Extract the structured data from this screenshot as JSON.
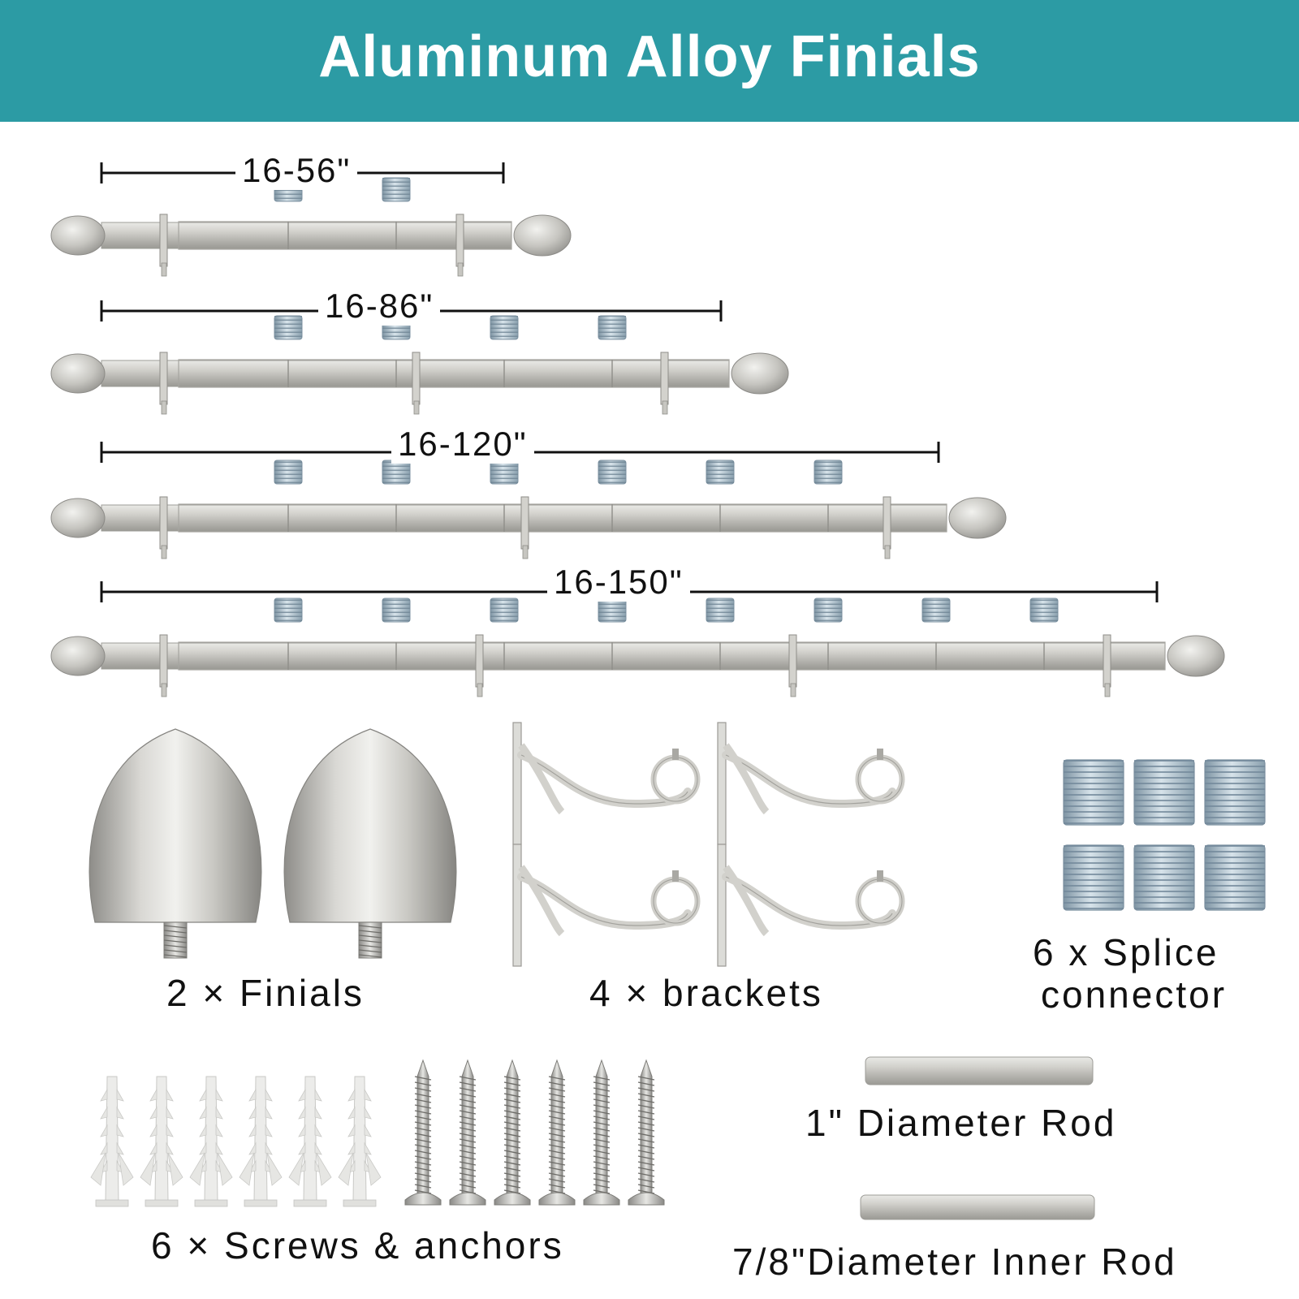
{
  "header": {
    "title": "Aluminum Alloy Finials",
    "background": "#2c9ba4"
  },
  "colors": {
    "metal": "#c4c3be",
    "connector": "#a9bfcc",
    "anchor": "#ececea"
  },
  "rods": [
    {
      "length_label": "16-56\""
    },
    {
      "length_label": "16-86\""
    },
    {
      "length_label": "16-120\""
    },
    {
      "length_label": "16-150\""
    }
  ],
  "parts": {
    "finials": "2 × Finials",
    "brackets": "4 × brackets",
    "splice_line1": "6 x Splice",
    "splice_line2": "connector",
    "screws": "6 × Screws & anchors",
    "outer_rod": "1\" Diameter Rod",
    "inner_rod": "7/8\"Diameter Inner Rod"
  }
}
